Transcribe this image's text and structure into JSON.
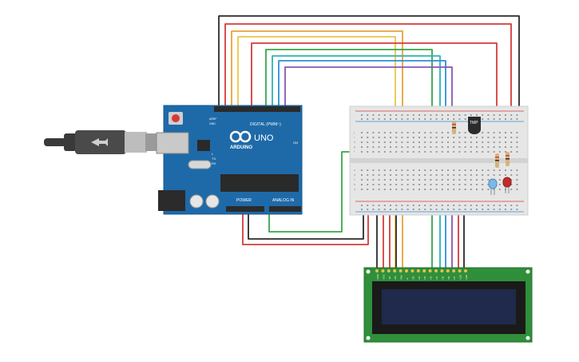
{
  "arduino": {
    "brand": "ARDUINO",
    "model": "UNO",
    "digital_label": "DIGITAL (PWM~)",
    "power_label": "POWER",
    "analog_label": "ANALOG IN",
    "on_label": "ON",
    "aref_label": "AREF",
    "gnd_label": "GND",
    "tx_label": "TX",
    "rx_label": "RX",
    "l_label": "L"
  },
  "breadboard": {
    "row_letters_top": [
      "j",
      "i",
      "h",
      "g",
      "f"
    ],
    "row_letters_bottom": [
      "e",
      "d",
      "c",
      "b",
      "a"
    ]
  },
  "sensor": {
    "label": "TMP"
  },
  "lcd": {
    "pins": [
      "GND",
      "VCC",
      "V0",
      "RS",
      "RW",
      "E",
      "D0",
      "D1",
      "D2",
      "D3",
      "D4",
      "D5",
      "D6",
      "D7",
      "LED",
      "LED"
    ]
  },
  "colors": {
    "arduino_board": "#1e6aa8",
    "breadboard": "#e6e6e6",
    "lcd_board": "#2f8f3a",
    "lcd_screen": "#1f2a4c",
    "wire_black": "#2b2b2b",
    "wire_red": "#d43b3b",
    "wire_orange": "#e8a23a",
    "wire_yellow": "#e9c64a",
    "wire_green": "#39a64a",
    "wire_teal": "#2cb5b0",
    "wire_blue": "#2f8fd6",
    "wire_purple": "#8a55b5"
  }
}
